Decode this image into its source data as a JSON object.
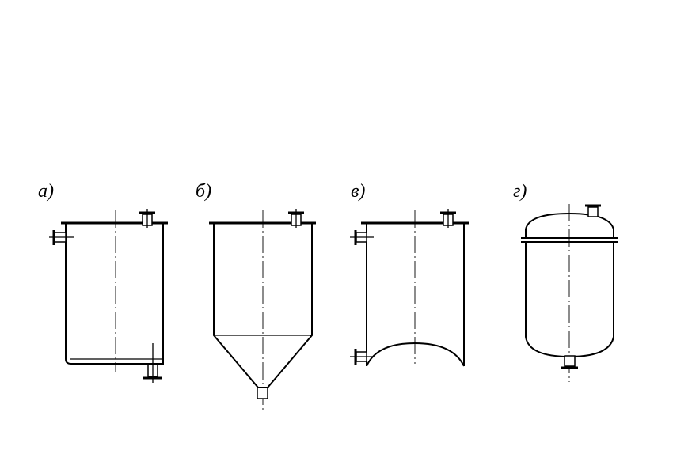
{
  "figure": {
    "labels": {
      "a": "а)",
      "b": "б)",
      "c": "в)",
      "d": "г)"
    },
    "line_color": "#000000",
    "background": "#ffffff"
  }
}
